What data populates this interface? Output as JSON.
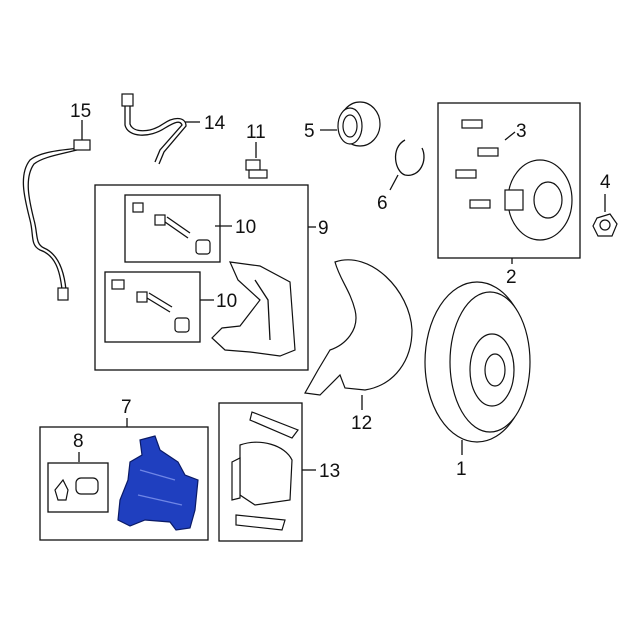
{
  "callouts": {
    "c1": "1",
    "c2": "2",
    "c3": "3",
    "c4": "4",
    "c5": "5",
    "c6": "6",
    "c7": "7",
    "c8": "8",
    "c9": "9",
    "c10a": "10",
    "c10b": "10",
    "c11": "11",
    "c12": "12",
    "c13": "13",
    "c14": "14",
    "c15": "15"
  },
  "colors": {
    "highlight": "#1f3fbf"
  }
}
